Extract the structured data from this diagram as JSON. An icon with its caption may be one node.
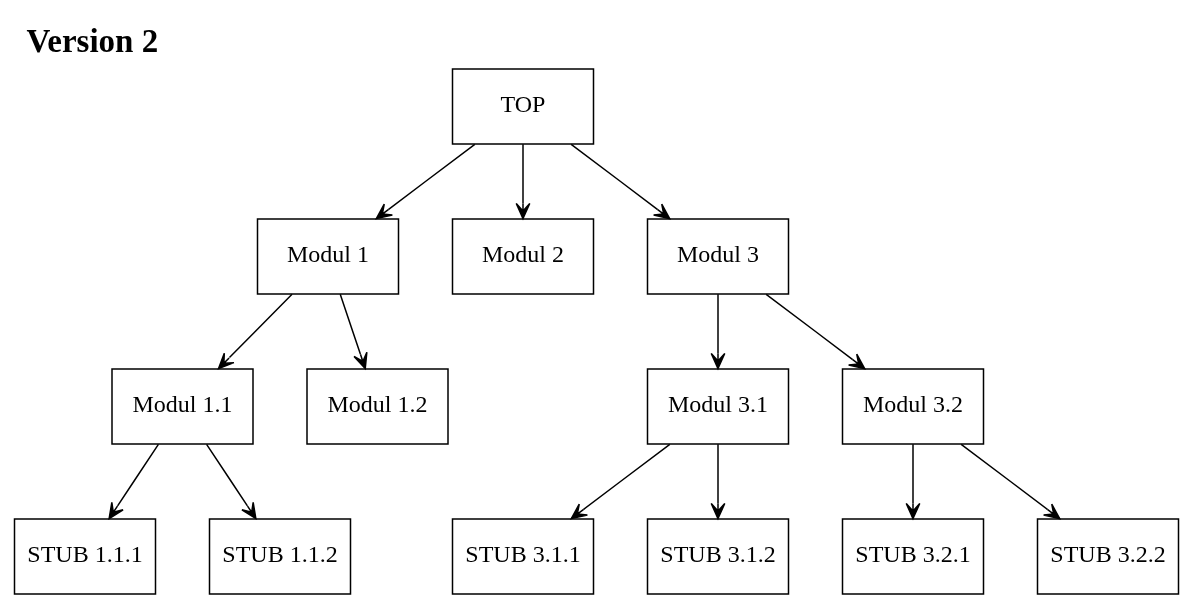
{
  "diagram": {
    "title": "Version 2",
    "nodes": [
      {
        "text": [
          "TOP"
        ]
      },
      {
        "text": [
          "Modul 1"
        ]
      },
      {
        "text": [
          "Modul 2"
        ]
      },
      {
        "text": [
          "Modul 3"
        ]
      },
      {
        "text": [
          "Modul 1.1"
        ]
      },
      {
        "text": [
          "Modul 1.2"
        ]
      },
      {
        "text": [
          "Modul 3.1"
        ]
      },
      {
        "text": [
          "Modul 3.2"
        ]
      },
      {
        "text": [
          "STUB 1.1.1"
        ]
      },
      {
        "text": [
          "STUB 1.1.2"
        ]
      },
      {
        "text": [
          "STUB 3.1.1"
        ]
      },
      {
        "text": [
          "STUB 3.1.2"
        ]
      },
      {
        "text": [
          "STUB 3.2.1"
        ]
      },
      {
        "text": [
          "STUB 3.2.2"
        ]
      }
    ],
    "edges": [
      {
        "from": 0,
        "to": 1,
        "arrow": "to"
      },
      {
        "from": 0,
        "to": 2,
        "arrow": "to"
      },
      {
        "from": 0,
        "to": 3,
        "arrow": "to"
      },
      {
        "from": 1,
        "to": 4,
        "arrow": "to"
      },
      {
        "from": 1,
        "to": 5,
        "arrow": "to"
      },
      {
        "from": 3,
        "to": 6,
        "arrow": "to"
      },
      {
        "from": 3,
        "to": 7,
        "arrow": "to"
      },
      {
        "from": 4,
        "to": 8,
        "arrow": "to"
      },
      {
        "from": 4,
        "to": 9,
        "arrow": "to"
      },
      {
        "from": 6,
        "to": 10,
        "arrow": "to"
      },
      {
        "from": 6,
        "to": 11,
        "arrow": "to"
      },
      {
        "from": 7,
        "to": 12,
        "arrow": "to"
      },
      {
        "from": 7,
        "to": 13,
        "arrow": "to"
      }
    ]
  }
}
